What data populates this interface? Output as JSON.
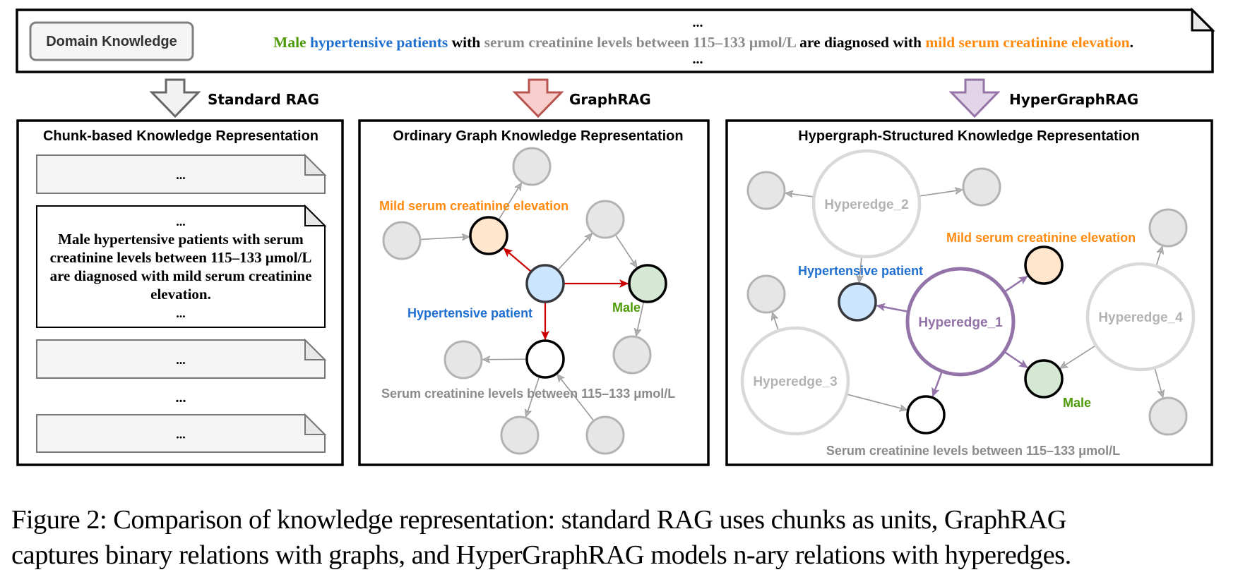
{
  "colors": {
    "male": "#4d9a06",
    "hypertensive": "#1f6fd1",
    "serum": "#8a8a8a",
    "mild": "#ff8a0d",
    "hyperedge_active": "#9373a8",
    "hyperedge_inactive": "#cccccc",
    "graph_red": "#cc0000",
    "node_gray_fill": "#e6e6e6",
    "node_gray_stroke": "#b3b3b3",
    "orange_fill": "#ffe6cc",
    "blue_fill": "#cce5ff",
    "green_fill": "#d5e8d4"
  },
  "domain_knowledge": {
    "label": "Domain Knowledge",
    "ellipsis_top": "...",
    "ellipsis_bottom": "...",
    "sentence": [
      {
        "text": "Male",
        "role": "male"
      },
      {
        "text": " ",
        "role": "plain"
      },
      {
        "text": "hypertensive patients",
        "role": "hypertensive"
      },
      {
        "text": " with ",
        "role": "plain"
      },
      {
        "text": "serum creatinine levels between 115–133 μmol/L",
        "role": "serum"
      },
      {
        "text": " are diagnosed with ",
        "role": "plain"
      },
      {
        "text": "mild serum creatinine elevation",
        "role": "mild"
      },
      {
        "text": ".",
        "role": "plain"
      }
    ]
  },
  "methods": [
    {
      "label": "Standard RAG",
      "arrow_color": "gray"
    },
    {
      "label": "GraphRAG",
      "arrow_color": "red"
    },
    {
      "label": "HyperGraphRAG",
      "arrow_color": "purple"
    }
  ],
  "panels": {
    "chunk": {
      "title": "Chunk-based Knowledge Representation",
      "chunks": [
        {
          "lines": [
            "..."
          ],
          "highlighted": false
        },
        {
          "lines": [
            "...",
            "Male hypertensive patients with serum",
            "creatinine levels between 115–133 μmol/L",
            "are diagnosed with mild serum creatinine",
            "elevation.",
            "..."
          ],
          "highlighted": true
        },
        {
          "lines": [
            "..."
          ],
          "highlighted": false
        },
        {
          "lines": [
            "..."
          ],
          "highlighted": false
        }
      ],
      "between_ellipsis": "..."
    },
    "graph": {
      "title": "Ordinary Graph Knowledge Representation",
      "labels": {
        "mild": "Mild serum creatinine elevation",
        "hypertensive": "Hypertensive patient",
        "male": "Male",
        "serum": "Serum creatinine levels between 115–133 μmol/L"
      }
    },
    "hypergraph": {
      "title": "Hypergraph-Structured Knowledge Representation",
      "hyperedges": [
        "Hyperedge_1",
        "Hyperedge_2",
        "Hyperedge_3",
        "Hyperedge_4"
      ],
      "labels": {
        "mild": "Mild serum creatinine elevation",
        "hypertensive": "Hypertensive patient",
        "male": "Male",
        "serum": "Serum creatinine levels between 115–133 μmol/L"
      }
    }
  },
  "caption": {
    "line1": "Figure 2: Comparison of knowledge representation: standard RAG uses chunks as units, GraphRAG",
    "line2": "captures binary relations with graphs, and HyperGraphRAG models n-ary relations with hyperedges."
  }
}
